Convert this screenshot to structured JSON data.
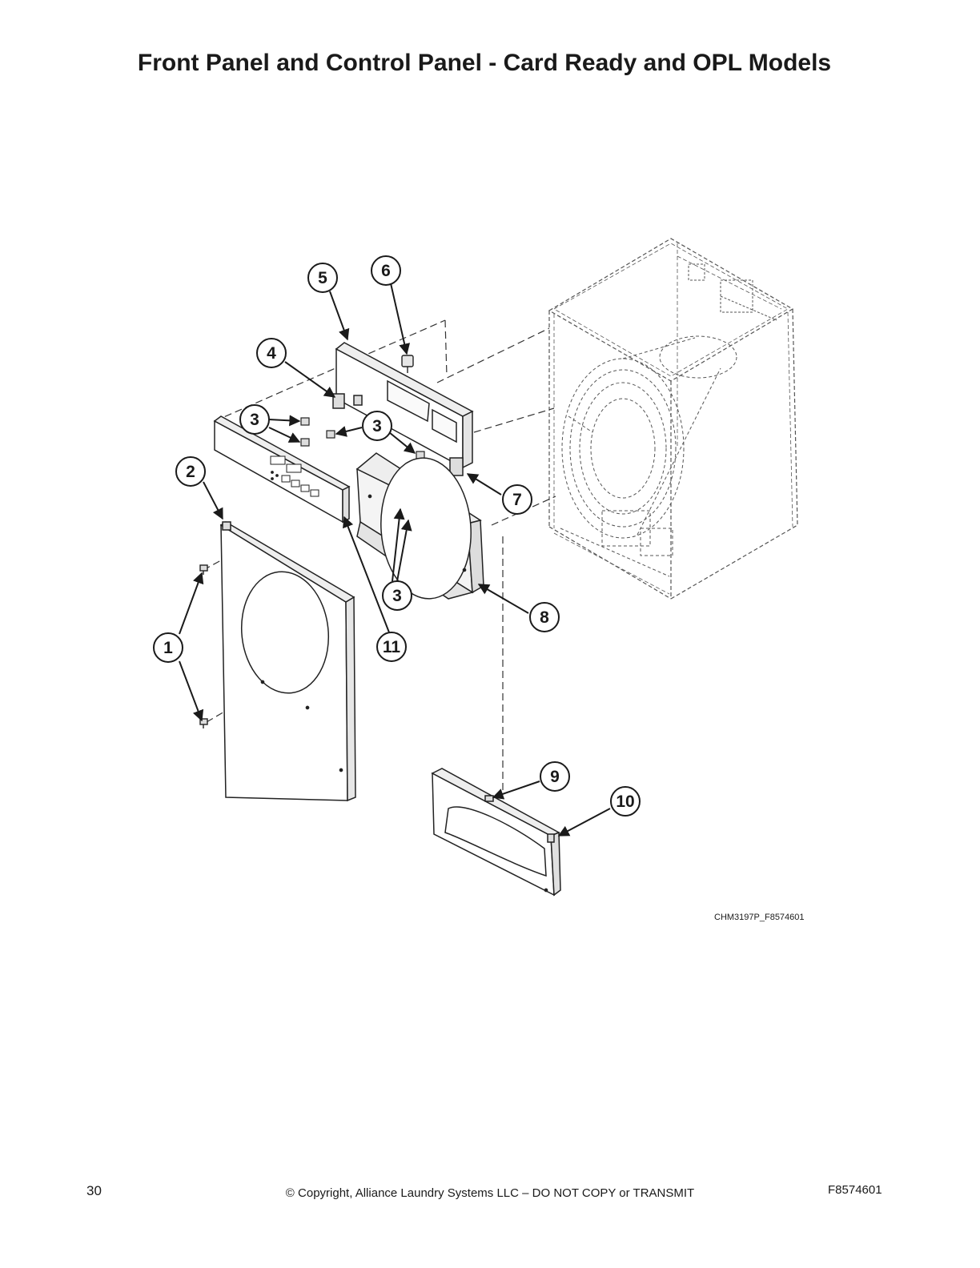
{
  "page": {
    "title": "Front Panel and Control Panel - Card Ready and OPL Models",
    "figure_id": "CHM3197P_F8574601",
    "page_number": "30",
    "copyright": "© Copyright, Alliance Laundry Systems LLC – DO NOT COPY or TRANSMIT",
    "document_number": "F8574601"
  },
  "callouts": [
    {
      "id": "c1",
      "label": "1"
    },
    {
      "id": "c2",
      "label": "2"
    },
    {
      "id": "c3a",
      "label": "3"
    },
    {
      "id": "c3b",
      "label": "3"
    },
    {
      "id": "c3c",
      "label": "3"
    },
    {
      "id": "c4",
      "label": "4"
    },
    {
      "id": "c5",
      "label": "5"
    },
    {
      "id": "c6",
      "label": "6"
    },
    {
      "id": "c7",
      "label": "7"
    },
    {
      "id": "c8",
      "label": "8"
    },
    {
      "id": "c9",
      "label": "9"
    },
    {
      "id": "c10",
      "label": "10"
    },
    {
      "id": "c11",
      "label": "11"
    }
  ]
}
